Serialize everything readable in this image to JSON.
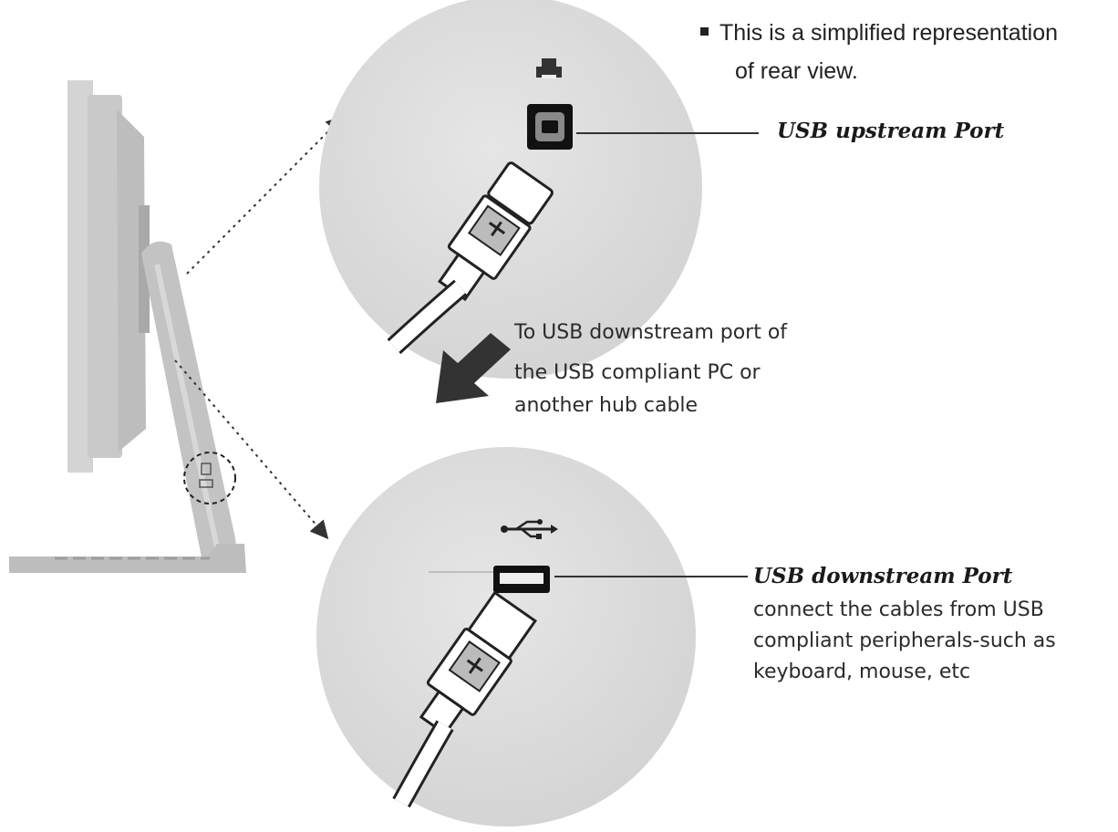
{
  "note": {
    "line1": "This is a simplified representation",
    "line2": "of rear view."
  },
  "upstream": {
    "title": "USB upstream Port",
    "icon": "printer-icon"
  },
  "downstream": {
    "title": "USB downstream Port",
    "desc_lines": [
      "connect the cables from USB",
      "compliant peripherals-such as",
      "keyboard, mouse, etc"
    ],
    "icon": "usb-trident-icon"
  },
  "cable_direction": {
    "lines": [
      "To USB downstream port of",
      "the USB compliant PC or",
      "another hub cable"
    ]
  },
  "colors": {
    "circle": "#dcdcdc",
    "monitor": "#d2d2d2",
    "stand": "#c8c8c8",
    "line": "#333333"
  }
}
